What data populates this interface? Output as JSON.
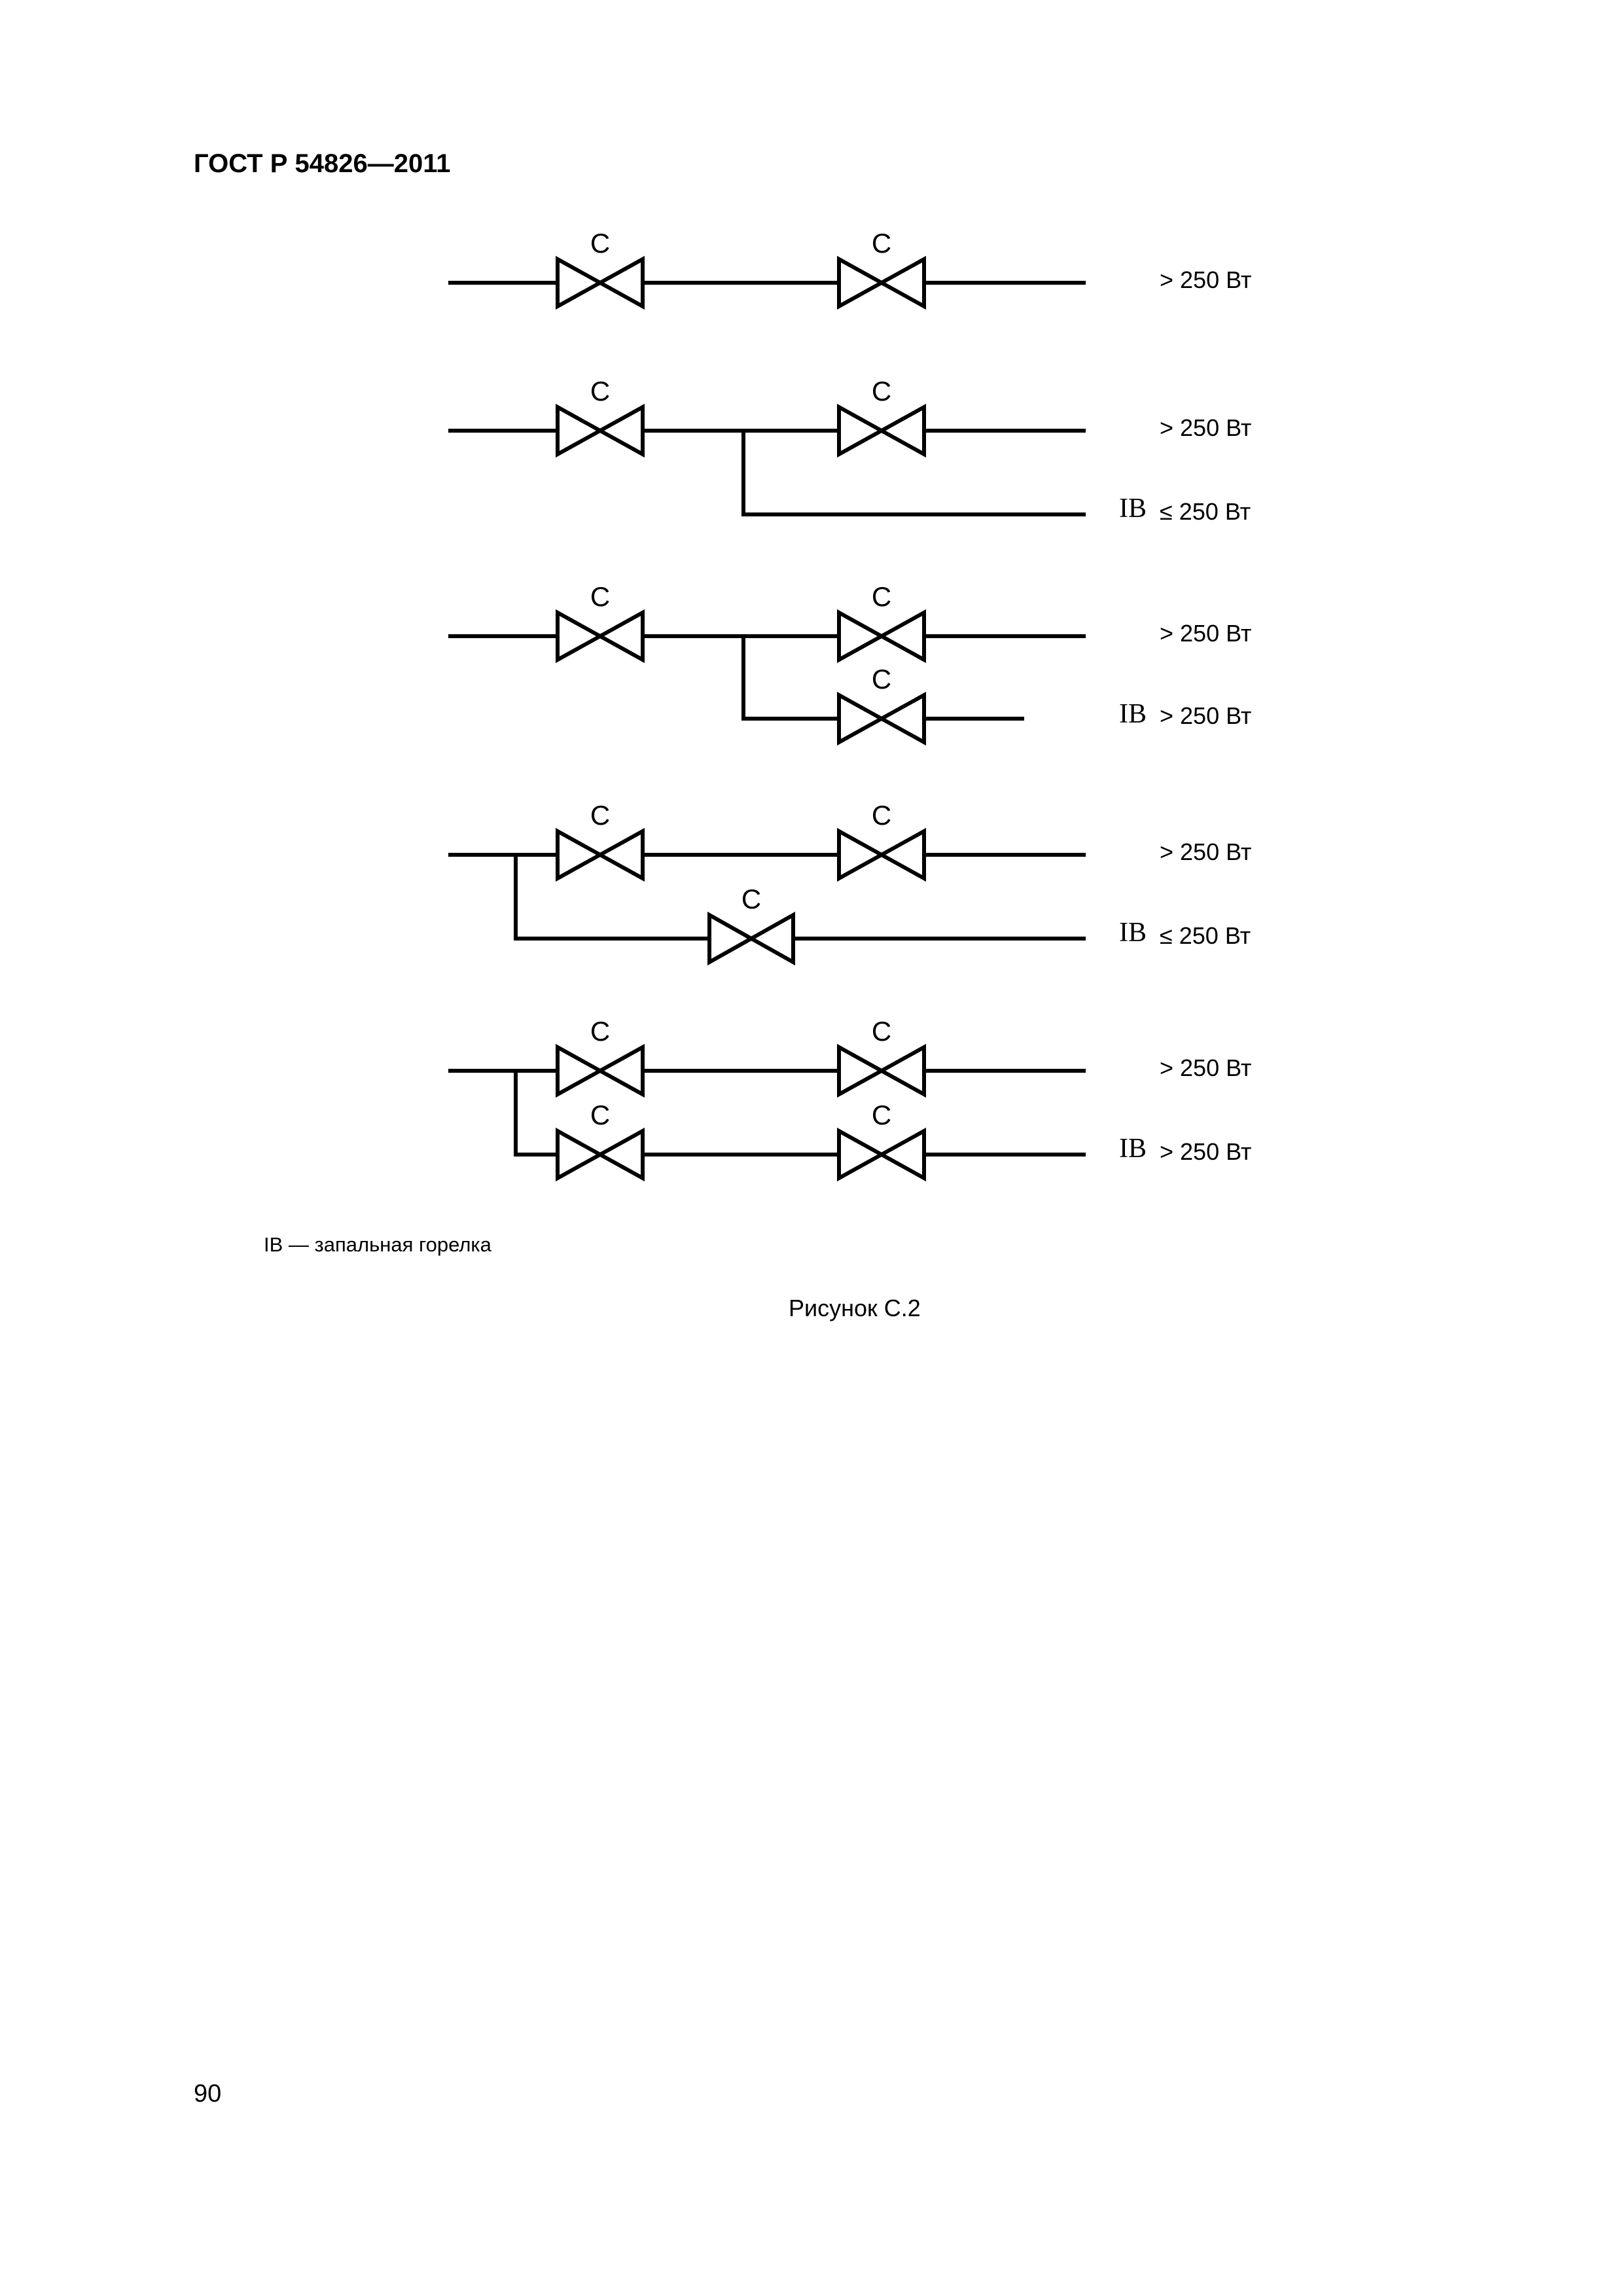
{
  "header": {
    "standard": "ГОСТ Р 54826—2011"
  },
  "labels": {
    "valve": "C",
    "ib": "IB",
    "gt": "> 250 Вт",
    "le": "≤ 250 Вт"
  },
  "legend": "IB — запальная горелка",
  "caption": "Рисунок С.2",
  "page_number": "90"
}
